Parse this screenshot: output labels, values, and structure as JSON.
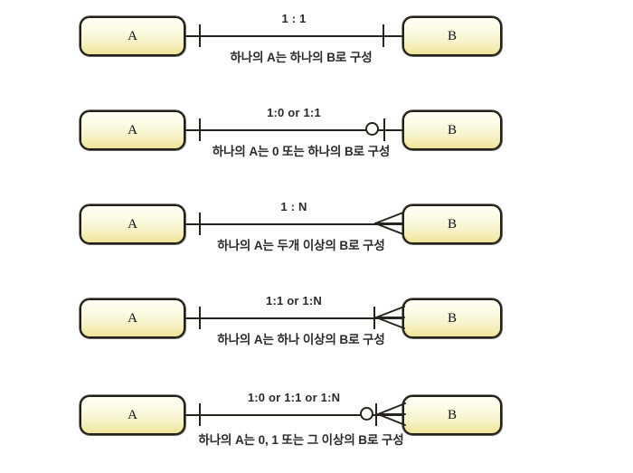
{
  "diagram": {
    "title_visible": false,
    "entity_left_label": "A",
    "entity_right_label": "B",
    "colors": {
      "box_fill_top": "#fefef5",
      "box_fill_bottom": "#efe59a",
      "box_border": "#26241c",
      "line": "#26241c",
      "text": "#2b2b2b",
      "page_background": "#ffffff"
    },
    "rows": [
      {
        "id": "one-to-one",
        "cardinality_label": "1 : 1",
        "caption": "하나의 A는 하나의 B로 구성",
        "left_symbol": "one-tick",
        "right_symbols": [
          "one-tick"
        ]
      },
      {
        "id": "one-to-zero-or-one",
        "cardinality_label": "1:0 or 1:1",
        "caption": "하나의 A는 0 또는 하나의 B로 구성",
        "left_symbol": "one-tick",
        "right_symbols": [
          "zero-circle",
          "one-tick"
        ]
      },
      {
        "id": "one-to-many",
        "cardinality_label": "1 : N",
        "caption": "하나의 A는 두개 이상의 B로 구성",
        "left_symbol": "one-tick",
        "right_symbols": [
          "crows-foot"
        ]
      },
      {
        "id": "one-to-one-or-many",
        "cardinality_label": "1:1 or 1:N",
        "caption": "하나의 A는 하나 이상의 B로 구성",
        "left_symbol": "one-tick",
        "right_symbols": [
          "one-tick",
          "crows-foot"
        ]
      },
      {
        "id": "one-to-zero-one-or-many",
        "cardinality_label": "1:0 or 1:1 or 1:N",
        "caption": "하나의 A는 0, 1 또는 그 이상의 B로 구성",
        "left_symbol": "one-tick",
        "right_symbols": [
          "zero-circle",
          "one-tick",
          "crows-foot"
        ]
      }
    ]
  }
}
